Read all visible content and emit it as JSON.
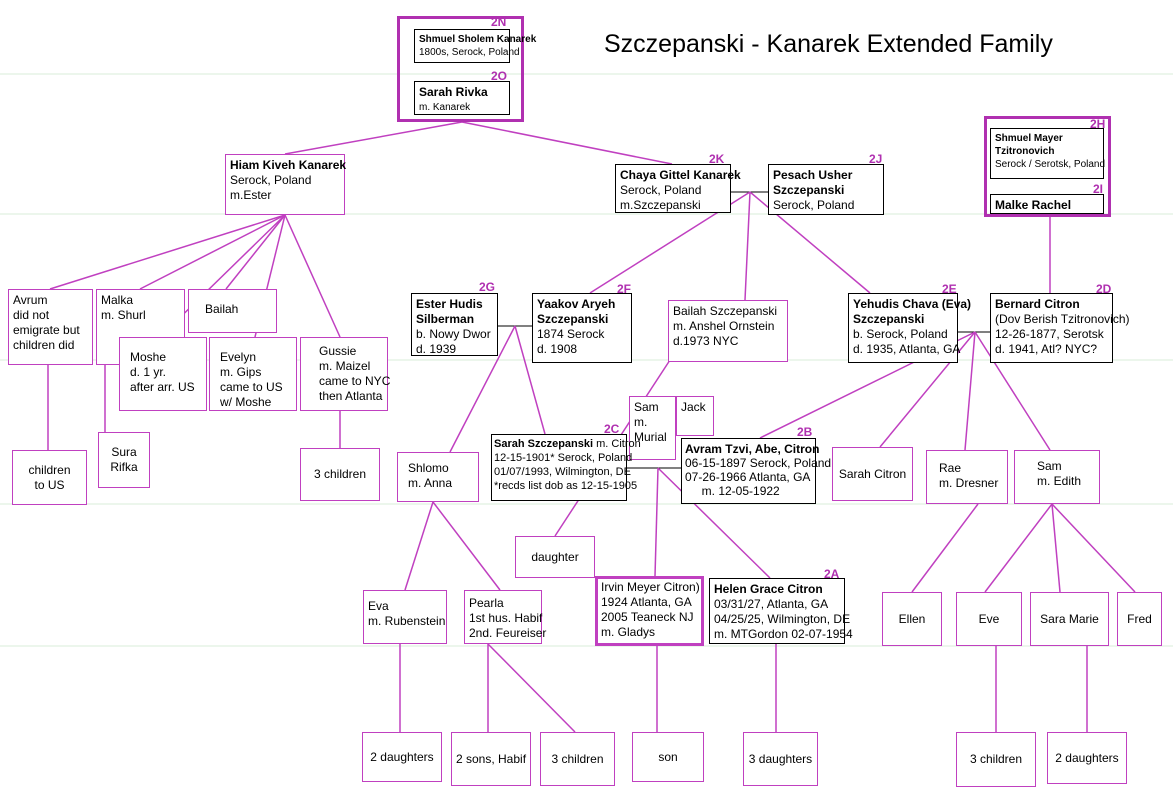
{
  "title": "Szczepanski - Kanarek Extended Family",
  "codes": {
    "n2N": "2N",
    "n2O": "2O",
    "n2K": "2K",
    "n2J": "2J",
    "n2H": "2H",
    "n2I": "2I",
    "n2G": "2G",
    "n2F": "2F",
    "n2E": "2E",
    "n2D": "2D",
    "n2C": "2C",
    "n2B": "2B",
    "n2A": "2A"
  },
  "people": {
    "shmuel_sholem": [
      "Shmuel Sholem Kanarek",
      "1800s, Serock, Poland"
    ],
    "sarah_rivka": [
      "Sarah Rivka",
      "m. Kanarek"
    ],
    "hiam_kiveh": [
      "Hiam Kiveh Kanarek",
      "Serock, Poland",
      "m.Ester"
    ],
    "chaya_gittel": [
      "Chaya Gittel Kanarek",
      "Serock, Poland",
      "m.Szczepanski"
    ],
    "pesach_usher": [
      "Pesach Usher",
      "Szczepanski",
      "Serock, Poland"
    ],
    "shmuel_mayer": [
      "Shmuel Mayer",
      "Tzitronovich",
      "Serock / Serotsk, Poland"
    ],
    "malke_rachel": [
      "Malke Rachel"
    ],
    "avrum": [
      "Avrum",
      "did not",
      "emigrate but",
      "children did"
    ],
    "malka": [
      "Malka",
      "m. Shurl"
    ],
    "bailah1": [
      "Bailah"
    ],
    "moshe": [
      "Moshe",
      "d. 1 yr.",
      "after arr. US"
    ],
    "evelyn": [
      "Evelyn",
      "m. Gips",
      "came to US",
      "w/ Moshe"
    ],
    "gussie": [
      "Gussie",
      "m. Maizel",
      "came to NYC",
      "then Atlanta"
    ],
    "ester_hudis": [
      "Ester Hudis",
      "Silberman",
      "b. Nowy Dwor",
      "d. 1939"
    ],
    "yaakov": [
      "Yaakov Aryeh",
      "Szczepanski",
      "1874 Serock",
      "d. 1908"
    ],
    "bailah2": [
      "Bailah Szczepanski",
      "m.  Anshel Ornstein",
      "d.1973 NYC"
    ],
    "yehudis": [
      "Yehudis Chava (Eva)",
      "Szczepanski",
      "b. Serock, Poland",
      "d. 1935, Atlanta, GA"
    ],
    "bernard": [
      "Bernard Citron",
      "(Dov Berish Tzitronovich)",
      "12-26-1877, Serotsk",
      "d. 1941, Atl? NYC?"
    ],
    "sam_murial": [
      "Sam",
      "m.",
      "Murial"
    ],
    "jack": [
      "Jack"
    ],
    "sarah_sz_name": "Sarah Szczepanski",
    "sarah_sz_mc": " m. Citron",
    "sarah_sz": [
      "12-15-1901* Serock, Poland",
      "01/07/1993, Wilmington, DE",
      "*recds list dob as 12-15-1905"
    ],
    "avram": [
      "Avram Tzvi, Abe, Citron",
      "06-15-1897 Serock, Poland",
      "07-26-1966 Atlanta, GA",
      "     m. 12-05-1922"
    ],
    "children_us": [
      "children",
      "to US"
    ],
    "sura": [
      "Sura",
      "Rifka"
    ],
    "three_children1": [
      "3 children"
    ],
    "shlomo": [
      "Shlomo",
      "m. Anna"
    ],
    "sarah_citron": [
      "Sarah Citron"
    ],
    "rae": [
      "Rae",
      "m. Dresner"
    ],
    "sam_edith": [
      "Sam",
      "m. Edith"
    ],
    "daughter": [
      "daughter"
    ],
    "eva": [
      "Eva",
      "m. Rubenstein"
    ],
    "pearla": [
      "Pearla",
      "1st hus. Habif",
      "2nd. Feureiser"
    ],
    "irvin": [
      "Irvin Meyer Citron)",
      "1924 Atlanta, GA",
      "2005 Teaneck NJ",
      "m. Gladys"
    ],
    "helen": [
      "Helen Grace Citron",
      "03/31/27, Atlanta, GA",
      "04/25/25, Wilmington, DE",
      "m. MTGordon 02-07-1954"
    ],
    "ellen": [
      "Ellen"
    ],
    "eve": [
      "Eve"
    ],
    "sara_marie": [
      "Sara Marie"
    ],
    "fred": [
      "Fred"
    ],
    "two_daughters1": [
      "2 daughters"
    ],
    "two_sons": [
      "2 sons, Habif"
    ],
    "three_children2": [
      "3 children"
    ],
    "son": [
      "son"
    ],
    "three_daughters": [
      "3 daughters"
    ],
    "three_children3": [
      "3 children"
    ],
    "two_daughters2": [
      "2 daughters"
    ]
  },
  "colors": {
    "line": "#c040c0",
    "border_dark": "#000000",
    "code": "#b030b0",
    "guide": "#d8ecd8"
  }
}
